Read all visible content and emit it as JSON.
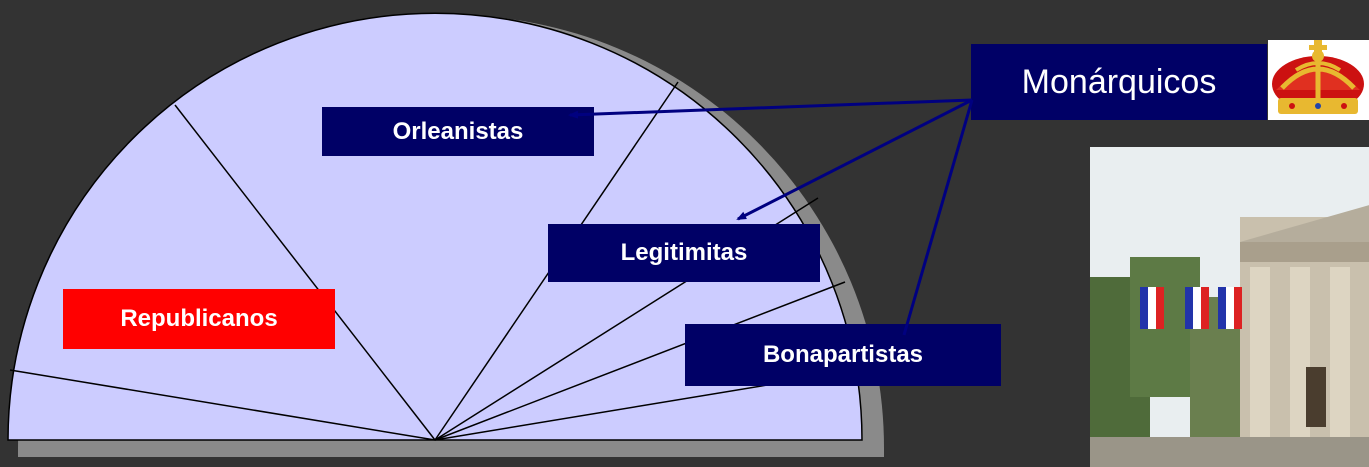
{
  "colors": {
    "background": "#333333",
    "hemicycle_fill": "#ccccff",
    "hemicycle_shadow": "#8a8a8a",
    "label_navy": "#000066",
    "label_red": "#ff0000",
    "arrow": "#000080"
  },
  "parties": {
    "orleanistas": "Orleanistas",
    "legitimitas": "Legitimitas",
    "bonapartistas": "Bonapartistas",
    "republicanos": "Republicanos"
  },
  "monarquicos": {
    "label": "Monárquicos",
    "icon": "crown-icon"
  },
  "photo": {
    "icon": "parliament-building-photo"
  }
}
